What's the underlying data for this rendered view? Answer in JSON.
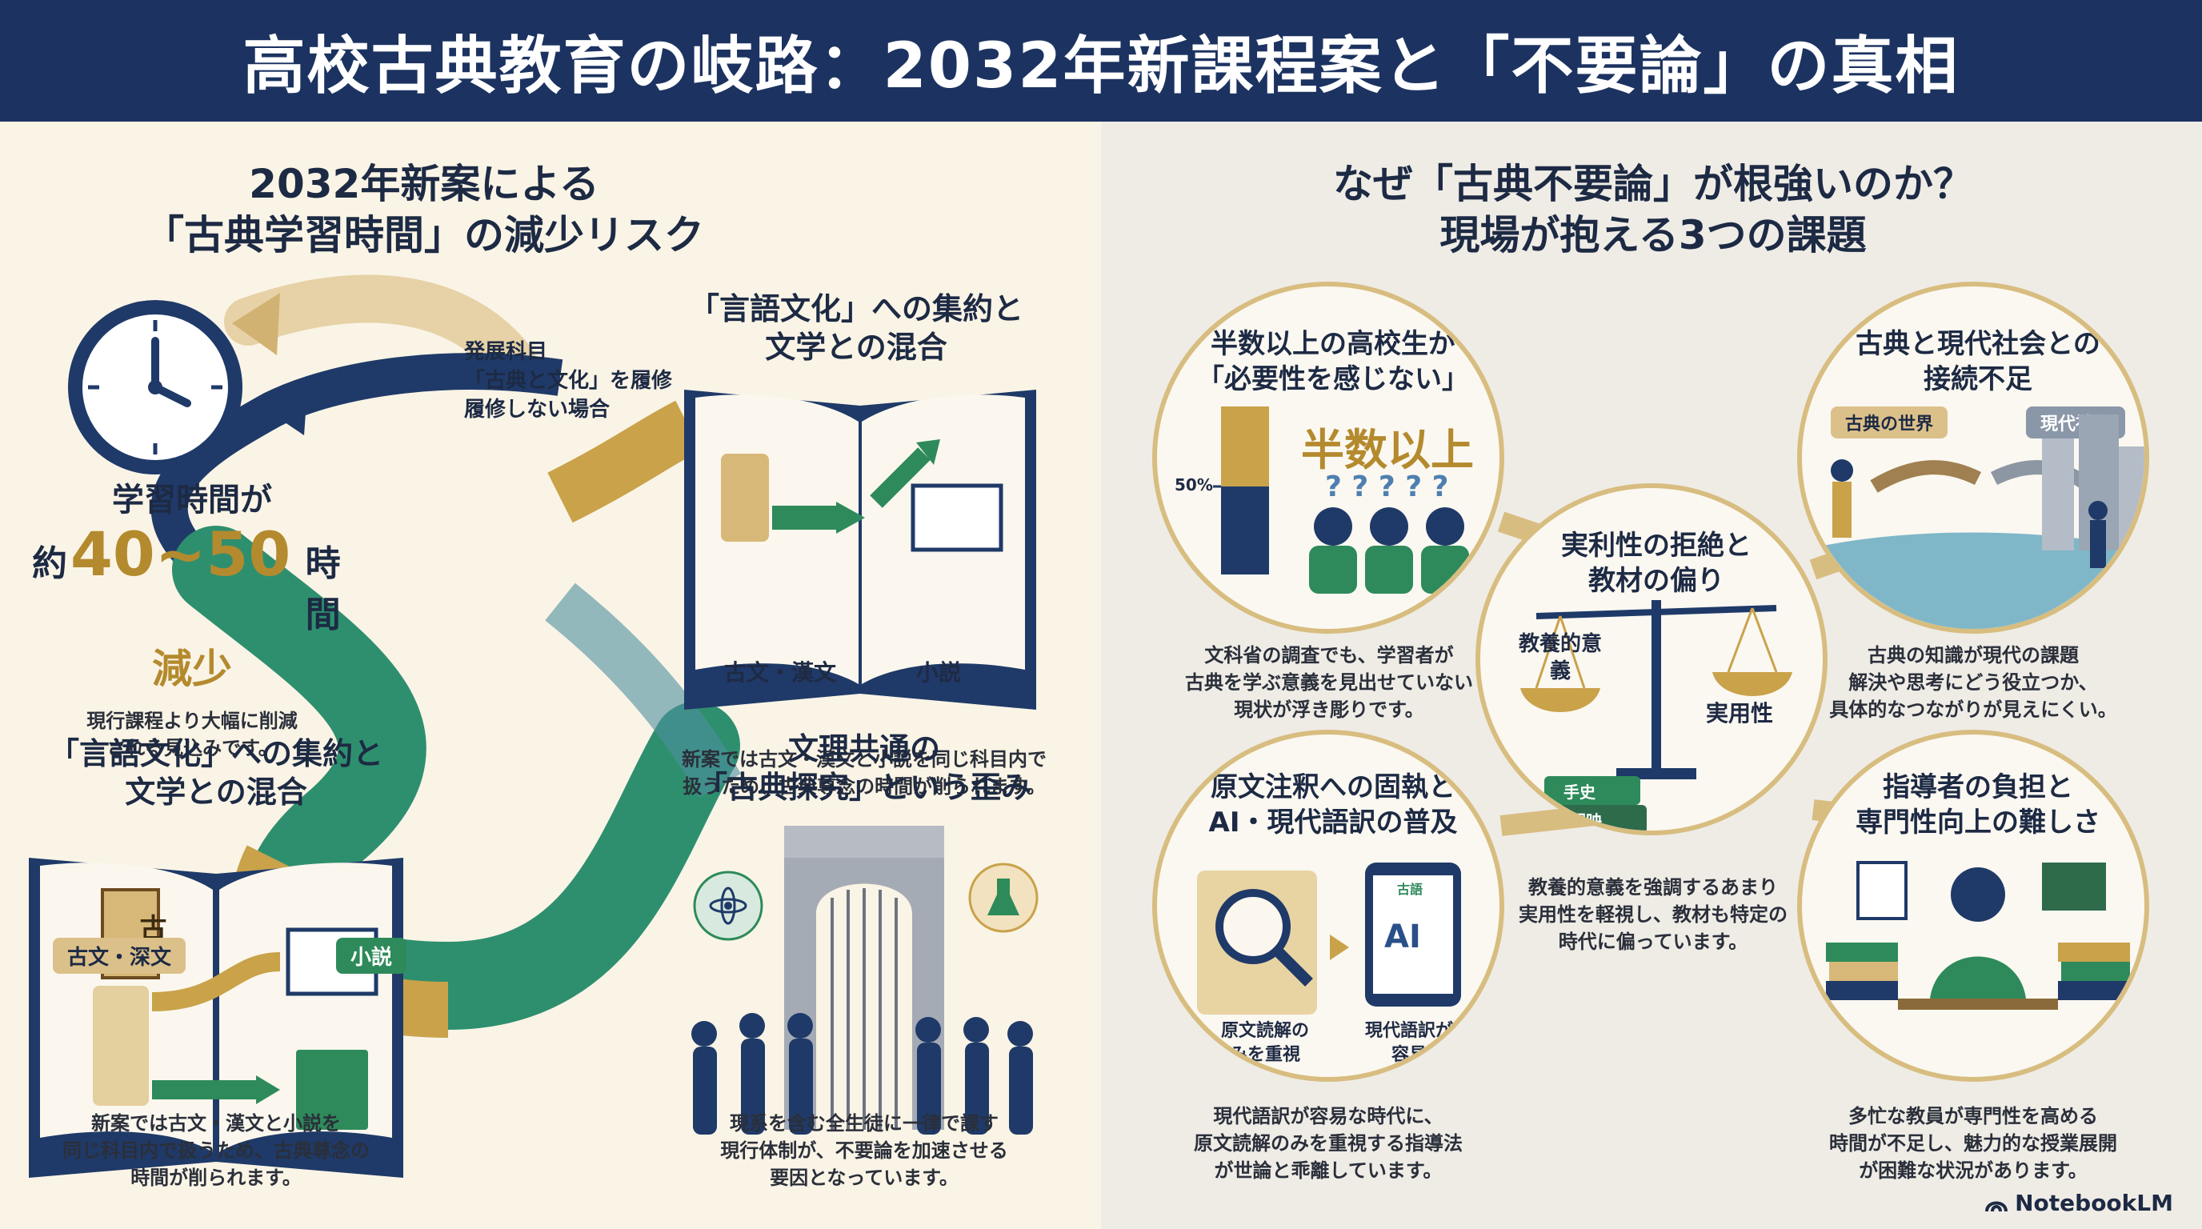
{
  "header": {
    "title": "高校古典教育の岐路：2032年新課程案と「不要論」の真相"
  },
  "left": {
    "title_line1": "2032年新案による",
    "title_line2": "「古典学習時間」の減少リスク",
    "clock": {
      "label_line1": "学習時間が",
      "prefix": "約",
      "number": "40~50",
      "suffix": "時間",
      "decrease": "減少",
      "desc_line1": "現行課程より大幅に削減",
      "desc_line2": "される見込みです。"
    },
    "arrow_note": {
      "line1": "発展科目",
      "line2": "「古典と文化」を履修",
      "line3": "履修しない場合"
    },
    "top_book": {
      "title_line1": "「言語文化」への集約と",
      "title_line2": "文学との混合",
      "left_label": "古文・漢文",
      "right_label": "小説",
      "desc_line1": "新案では古文・漢文と小説を同じ科目内で",
      "desc_line2": "扱うため、古典尊念の時間が削られます。"
    },
    "bottom_book": {
      "title_line1": "「言語文化」への集約と",
      "title_line2": "文学との混合",
      "tag_left": "古文・深文",
      "tag_right": "小説",
      "book_spine": "古文",
      "desc_line1": "新案では古文・漢文と小説を",
      "desc_line2": "同じ科目内で扱うため、古典尊念の",
      "desc_line3": "時間が削られます。"
    },
    "gate": {
      "title_line1": "文理共通の",
      "title_line2": "「古典探究」という歪み",
      "desc_line1": "現系を含む全生徒に一律で課す",
      "desc_line2": "現行体制が、不要論を加速させる",
      "desc_line3": "要因となっています。"
    }
  },
  "right": {
    "title_line1": "なぜ「古典不要論」が根強いのか？",
    "title_line2": "現場が抱える3つの課題",
    "c1": {
      "title_line1": "半数以上の高校生が",
      "title_line2": "「必要性を感じない」",
      "big": "半数以上",
      "axis": "50%",
      "desc_line1": "文科省の調査でも、学習者が",
      "desc_line2": "古典を学ぶ意義を見出せていない",
      "desc_line3": "現状が浮き彫りです。"
    },
    "c2": {
      "title_line1": "古典と現代社会との",
      "title_line2": "接続不足",
      "tag_left": "古典の世界",
      "tag_right": "現代社会",
      "desc_line1": "古典の知識が現代の課題",
      "desc_line2": "解決や思考にどう役立つか、",
      "desc_line3": "具体的なつながりが見えにくい。"
    },
    "c3": {
      "title_line1": "実利性の拒絶と",
      "title_line2": "教材の偏り",
      "left_pan": "教養的意義",
      "right_pan": "実用性",
      "book1": "手史",
      "book2": "園映",
      "desc_line1": "教養的意義を強調するあまり",
      "desc_line2": "実用性を軽視し、教材も特定の",
      "desc_line3": "時代に偏っています。"
    },
    "c4": {
      "title_line1": "原文注釈への固執と",
      "title_line2": "AI・現代語訳の普及",
      "tablet": "AI",
      "tablet_small": "古語",
      "label_left_line1": "原文読解の",
      "label_left_line2": "みを重視",
      "label_right_line1": "現代語訳が",
      "label_right_line2": "容易",
      "desc_line1": "現代語訳が容易な時代に、",
      "desc_line2": "原文読解のみを重視する指導法",
      "desc_line3": "が世論と乖離しています。"
    },
    "c5": {
      "title_line1": "指導者の負担と",
      "title_line2": "専門性向上の難しさ",
      "desc_line1": "多忙な教員が専門性を高める",
      "desc_line2": "時間が不足し、魅力的な授業展開",
      "desc_line3": "が困難な状況があります。"
    }
  },
  "footer": {
    "logo": "NotebookLM"
  }
}
